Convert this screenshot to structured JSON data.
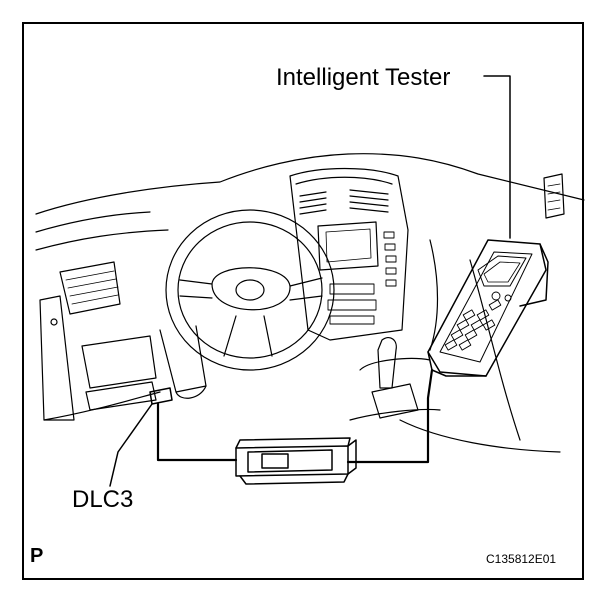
{
  "labels": {
    "tester": "Intelligent Tester",
    "connector": "DLC3",
    "corner_mark": "P",
    "figure_code": "C135812E01"
  },
  "colors": {
    "line": "#000000",
    "background": "#ffffff"
  }
}
